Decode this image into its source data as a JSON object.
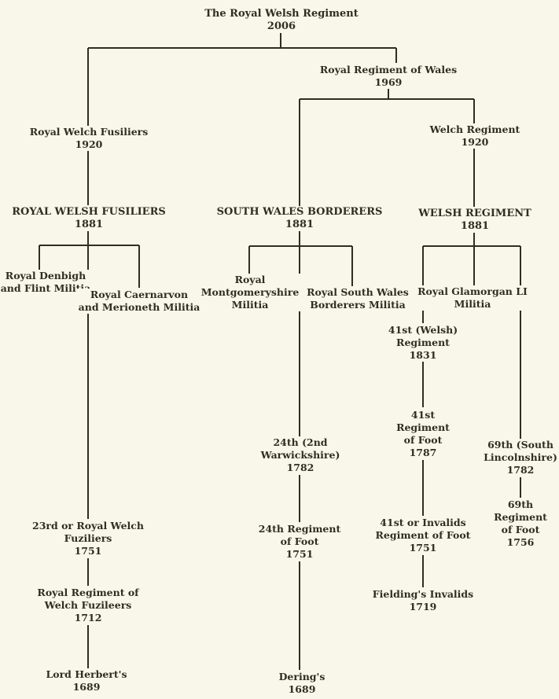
{
  "nodes": {
    "rwr": {
      "name": "The Royal Welsh Regiment",
      "year": "2006"
    },
    "rrw": {
      "name": "Royal Regiment of Wales",
      "year": "1969"
    },
    "rwf20": {
      "name": "Royal Welch Fusiliers",
      "year": "1920"
    },
    "wr20": {
      "name": "Welch Regiment",
      "year": "1920"
    },
    "rwf81": {
      "name": "ROYAL WELSH FUSILIERS",
      "year": "1881"
    },
    "swb": {
      "name": "SOUTH WALES BORDERERS",
      "year": "1881"
    },
    "wr81": {
      "name": "WELSH REGIMENT",
      "year": "1881"
    },
    "rdfm": {
      "line1": "Royal Denbigh",
      "line2": "and Flint Militia"
    },
    "rcmm": {
      "line1": "Royal Caernarvon",
      "line2": "and Merioneth Militia"
    },
    "rmm": {
      "line1": "Royal",
      "line2": "Montgomeryshire",
      "line3": "Militia"
    },
    "rswbm": {
      "line1": "Royal South Wales",
      "line2": "Borderers Militia"
    },
    "rglim": {
      "line1": "Royal Glamorgan LI",
      "line2": "Militia"
    },
    "w41": {
      "line1": "41st (Welsh)",
      "line2": "Regiment",
      "year": "1831"
    },
    "f41": {
      "line1": "41st",
      "line2": "Regiment",
      "line3": "of Foot",
      "year": "1787"
    },
    "s69": {
      "line1": "69th (South",
      "line2": "Lincolnshire)",
      "year": "1782"
    },
    "w24": {
      "line1": "24th (2nd",
      "line2": "Warwickshire)",
      "year": "1782"
    },
    "i41": {
      "line1": "41st or Invalids",
      "line2": "Regiment of Foot",
      "year": "1751"
    },
    "f69": {
      "line1": "69th",
      "line2": "Regiment",
      "line3": "of Foot",
      "year": "1756"
    },
    "rwf23": {
      "line1": "23rd or Royal Welch",
      "line2": "Fuziliers",
      "year": "1751"
    },
    "f24": {
      "line1": "24th Regiment",
      "line2": "of Foot",
      "year": "1751"
    },
    "fi": {
      "name": "Fielding's Invalids",
      "year": "1719"
    },
    "rrwf": {
      "line1": "Royal Regiment of",
      "line2": "Welch Fuzileers",
      "year": "1712"
    },
    "lh": {
      "name": "Lord Herbert's",
      "year": "1689"
    },
    "dr": {
      "name": "Dering's",
      "year": "1689"
    }
  },
  "colors": {
    "background": "#f9f7e9",
    "line": "#2e2e22",
    "text": "#2e2e22"
  }
}
